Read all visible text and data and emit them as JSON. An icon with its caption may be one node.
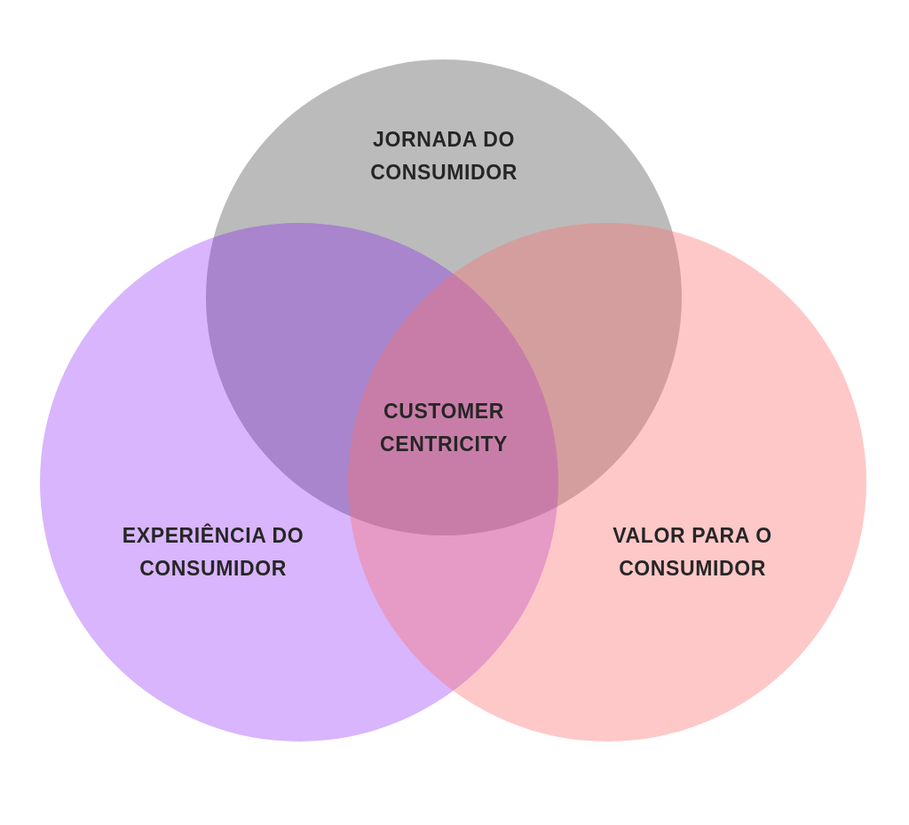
{
  "diagram": {
    "nodes": [
      {
        "text": [
          "JORNADA DO CONSUMIDOR"
        ]
      },
      {
        "text": [
          "EXPERIÊNCIA DO CONSUMIDOR"
        ]
      },
      {
        "text": [
          "VALOR PARA O CONSUMIDOR"
        ]
      }
    ],
    "labels": [
      "CUSTOMER CENTRICITY"
    ]
  }
}
